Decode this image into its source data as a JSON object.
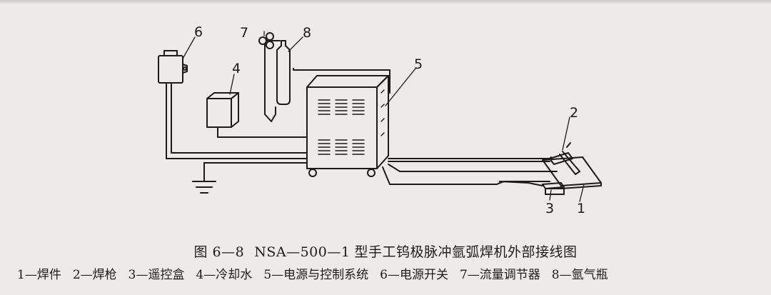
{
  "figure": {
    "number": "图 6—8",
    "model": "NSA—500—1",
    "title": "型手工钨极脉冲氩弧焊机外部接线图"
  },
  "callouts": [
    "1",
    "2",
    "3",
    "4",
    "5",
    "6",
    "7",
    "8"
  ],
  "legend": [
    "1—焊件",
    "2—焊枪",
    "3—遥控盒",
    "4—冷却水",
    "5—电源与控制系统",
    "6—电源开关",
    "7—流量调节器",
    "8—氩气瓶"
  ]
}
